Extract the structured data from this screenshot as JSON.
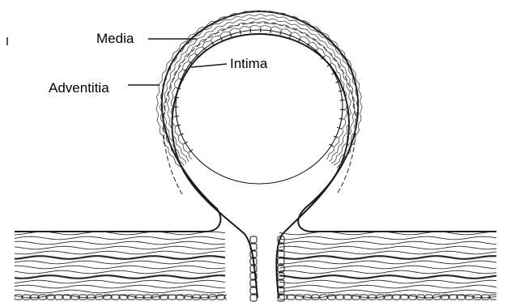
{
  "diagram": {
    "labels": {
      "media": "Media",
      "intima": "Intima",
      "adventitia": "Adventitia"
    }
  },
  "colors": {
    "stroke": "#1a1a1a",
    "background": "#ffffff"
  }
}
